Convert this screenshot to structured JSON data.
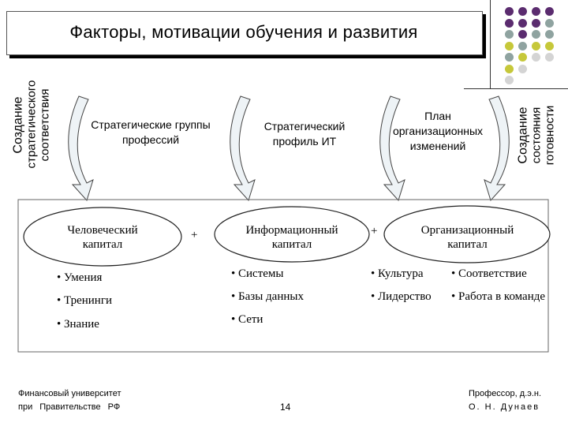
{
  "slide": {
    "title": "Факторы, мотивации обучения и развития",
    "left_vertical": [
      "Создание",
      "стратегического",
      "соответствия"
    ],
    "right_vertical": [
      "Создание",
      "состояния",
      "готовности"
    ],
    "strategy_labels": [
      "Стратегические группы профессий",
      "Стратегический профиль ИТ",
      "План организационных изменений"
    ],
    "capital_labels": [
      "Человеческий капитал",
      "Информационный капитал",
      "Организационный капитал"
    ],
    "plus_signs": [
      "+",
      "+"
    ],
    "human_items": [
      "• Умения",
      "• Тренинги",
      "• Знание"
    ],
    "info_items": [
      "• Системы",
      "• Базы данных",
      "• Сети"
    ],
    "org_items_col1": [
      "• Культура",
      "• Лидерство"
    ],
    "org_items_col2": [
      "• Соответствие",
      "• Работа в команде"
    ],
    "footer_left_line1": "Финансовый университет",
    "footer_left_line2": "при Правительстве РФ",
    "page_number": "14",
    "footer_right_line1": "Профессор, д.э.н.",
    "footer_right_line2": "О. Н. Дунаев"
  },
  "colors": {
    "purple": "#5b2c6f",
    "sage": "#8fa3a0",
    "olive": "#c6c83a",
    "lightgray": "#d4d4d4",
    "arrow_fill": "#eef3f6"
  }
}
